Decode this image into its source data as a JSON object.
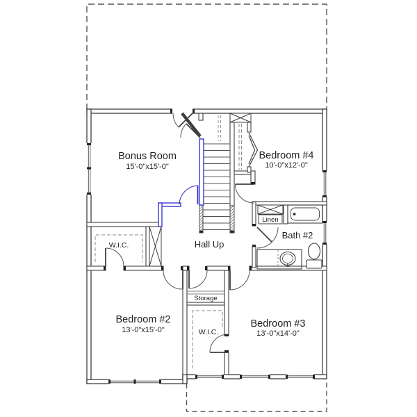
{
  "plan": {
    "rooms": {
      "bonus": {
        "name": "Bonus Room",
        "dims": "15'-0\"x15'-0\""
      },
      "bedroom4": {
        "name": "Bedroom #4",
        "dims": "10'-0\"x12'-0\""
      },
      "bedroom2": {
        "name": "Bedroom #2",
        "dims": "13'-0\"x15'-0\""
      },
      "bedroom3": {
        "name": "Bedroom #3",
        "dims": "13'-0\"x14'-0\""
      },
      "bath2": {
        "name": "Bath #2"
      },
      "hall": {
        "name": "Hall Up"
      }
    },
    "closets": {
      "linen": "Linen",
      "storage": "Storage",
      "wic_bonus": "W.I.C.",
      "wic_bed3": "W.I.C."
    },
    "colors": {
      "line": "#3f3f3f",
      "thin": "#5a5a5a",
      "highlight": "#2b2bcc",
      "dash": "#8a8a8a"
    }
  }
}
